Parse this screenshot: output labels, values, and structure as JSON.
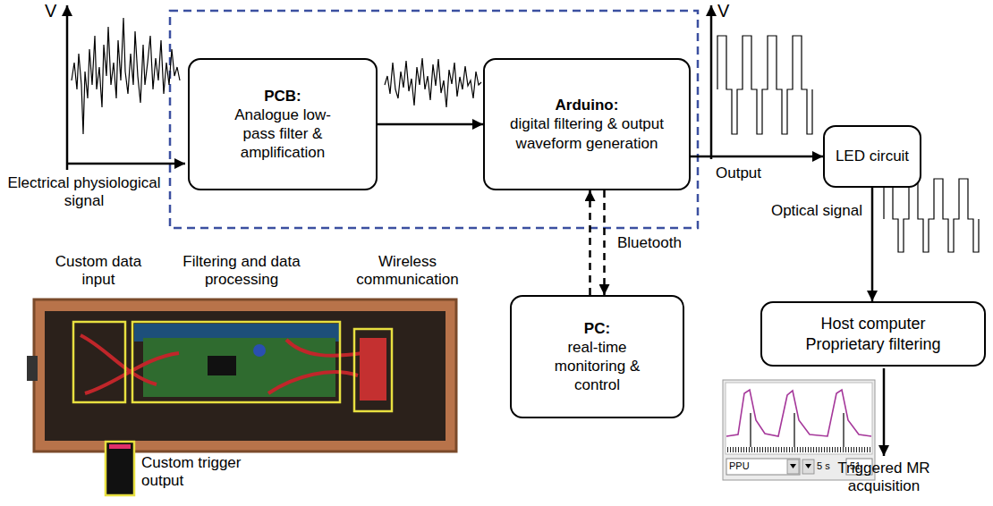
{
  "diagram": {
    "nodes": [
      {
        "text": [
          "PCB:",
          "Analogue low-pass filter & amplification"
        ]
      },
      {
        "text": [
          "Arduino:",
          "digital filtering & output waveform generation"
        ]
      },
      {
        "text": [
          "LED circuit"
        ]
      },
      {
        "text": [
          "PC:",
          "real-time monitoring & control"
        ]
      },
      {
        "text": [
          "Host computer Proprietary filtering"
        ]
      }
    ],
    "edges": [
      {
        "from": 0,
        "to": 1,
        "arrow": "to"
      },
      {
        "from": 1,
        "to": 2,
        "arrow": "to"
      },
      {
        "from": 2,
        "to": 4,
        "label": "Optical signal",
        "arrow": "to"
      },
      {
        "from": 1,
        "to": 3,
        "label": "Bluetooth",
        "arrow": "both"
      }
    ],
    "labels": [
      "V",
      "Electrical physiological signal",
      "V",
      "Output",
      "Custom data input",
      "Filtering and data processing",
      "Wireless communication",
      "Custom trigger output",
      "PPU",
      "5 s",
      "51",
      "Triggered MR acquisition"
    ]
  }
}
